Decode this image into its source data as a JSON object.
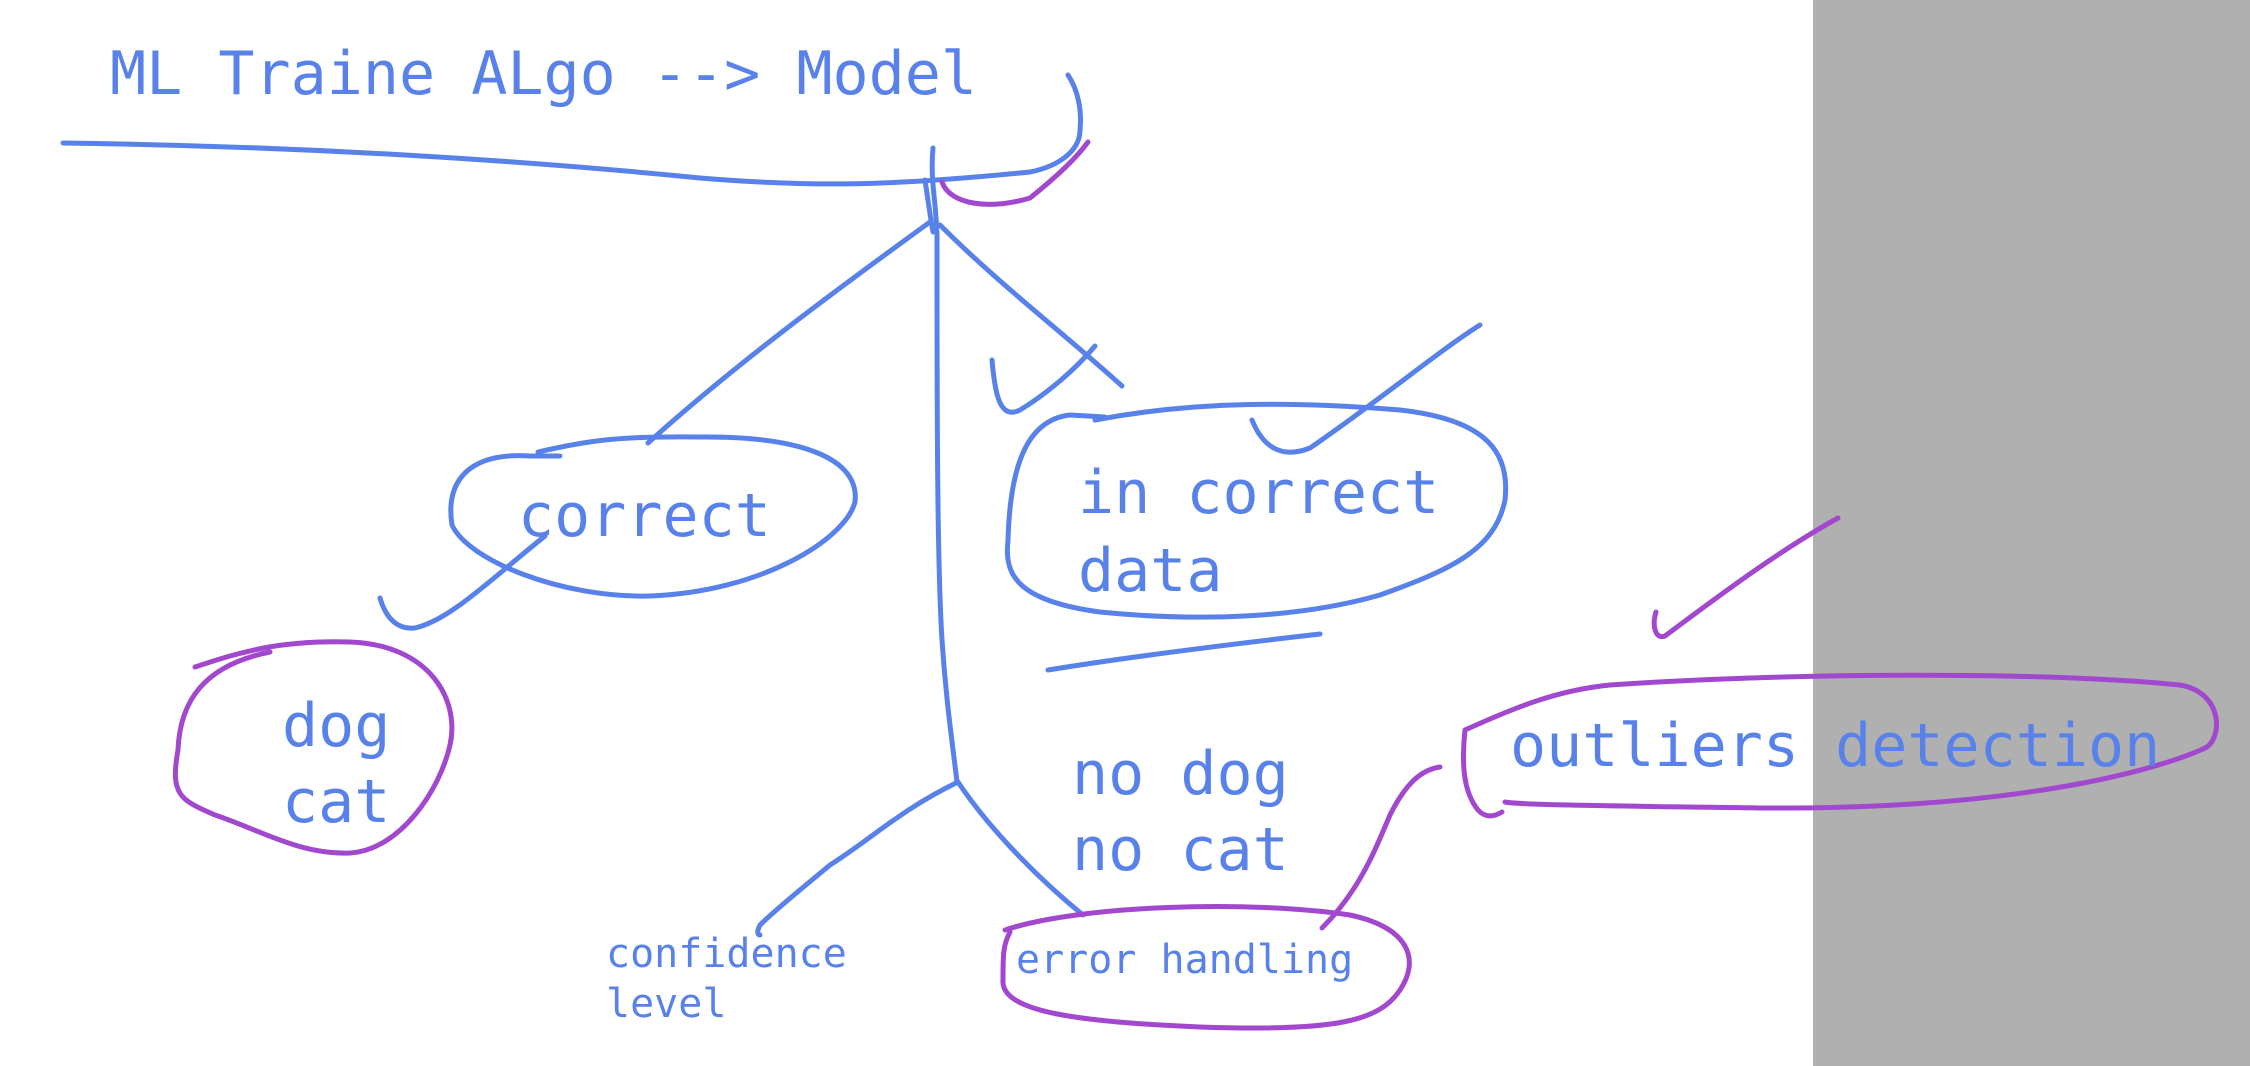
{
  "colors": {
    "ink_blue": "#5882ea",
    "ink_purple": "#a248cf",
    "background": "#ffffff",
    "side_panel": "#b0b0b0"
  },
  "labels": {
    "title": "ML Traine ALgo --> Model",
    "correct": "correct",
    "dog": "dog",
    "cat": "cat",
    "incorrect_line1": "in correct",
    "incorrect_line2": "data",
    "no_dog": "no dog",
    "no_cat": "no cat",
    "outliers": "outliers detection",
    "confidence_line1": "confidence",
    "confidence_line2": "level",
    "error_handling": "error handling"
  }
}
